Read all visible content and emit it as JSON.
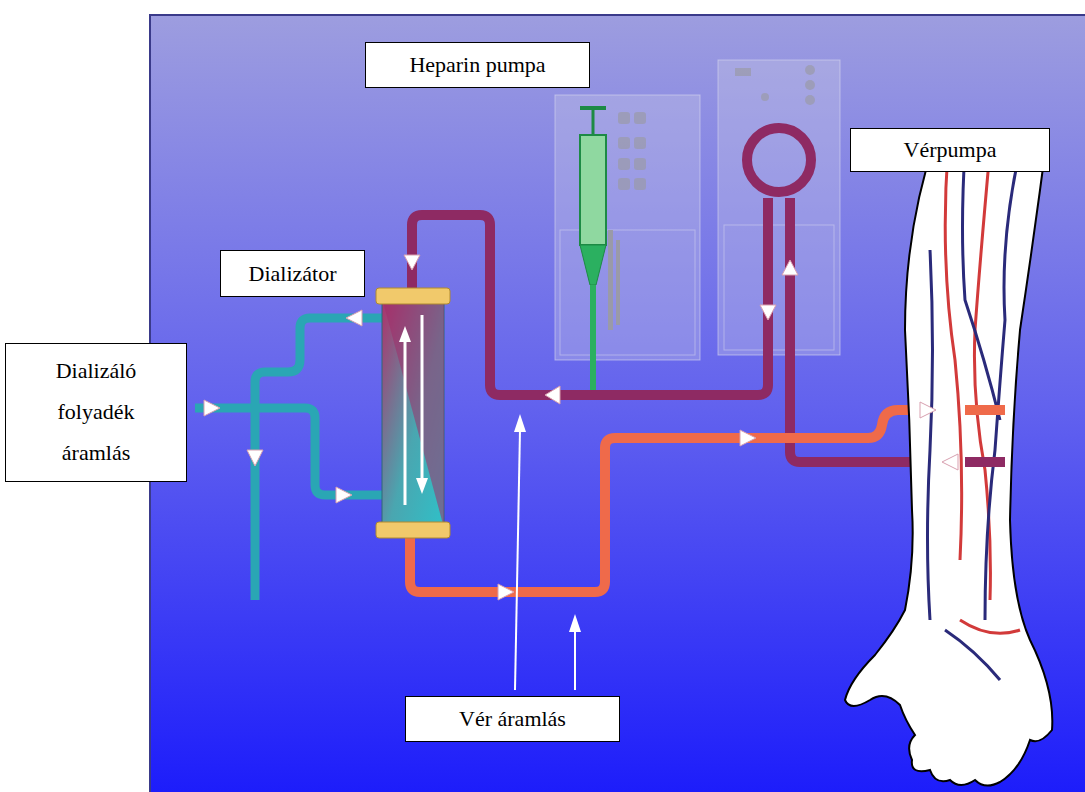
{
  "diagram": {
    "nodes": [
      {
        "text": [
          "Heparin pumpa"
        ]
      },
      {
        "text": [
          "Vérpumpa"
        ]
      },
      {
        "text": [
          "Dializátor"
        ]
      },
      {
        "text": [
          "Dializáló folyadék áramlás"
        ]
      },
      {
        "text": [
          "Vér áramlás"
        ]
      }
    ]
  }
}
